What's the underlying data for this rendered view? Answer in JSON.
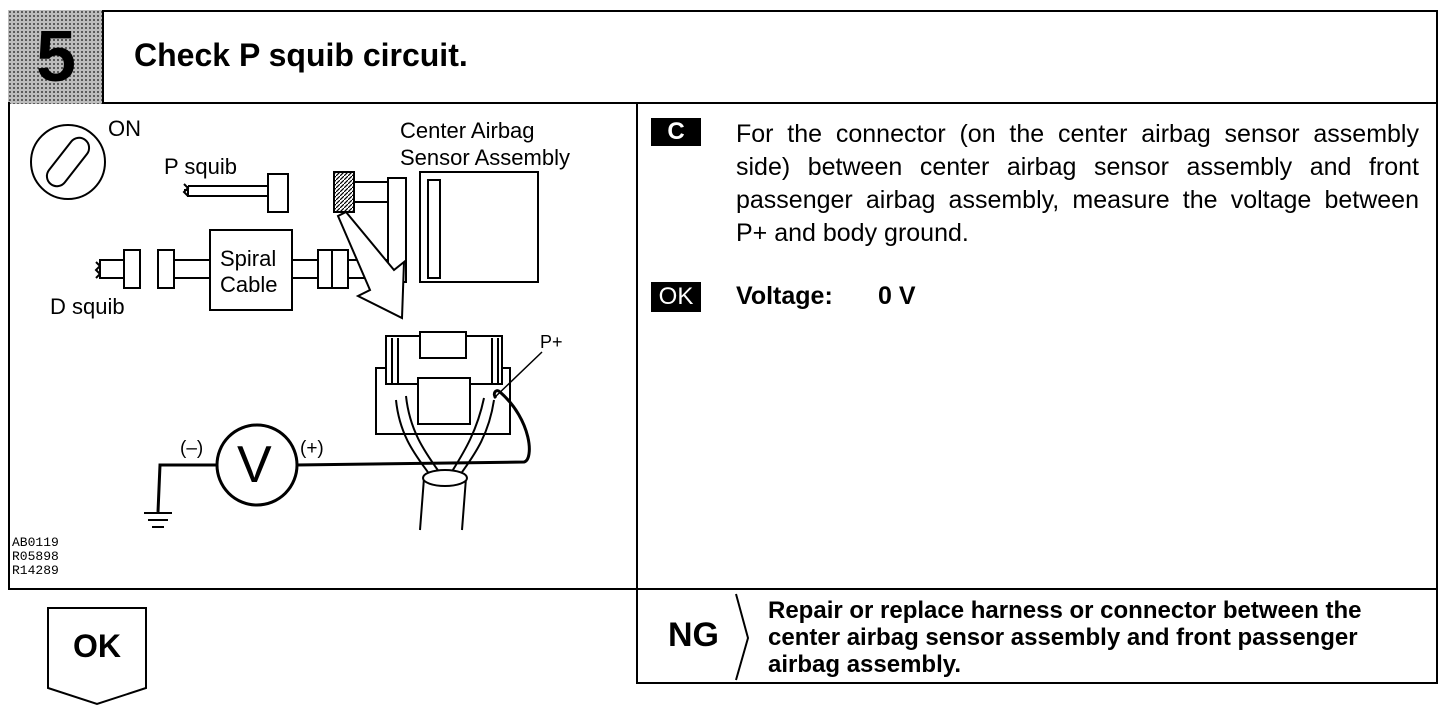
{
  "header": {
    "step_number": "5",
    "title": "Check P squib circuit."
  },
  "diagram": {
    "ignition_state": "ON",
    "p_squib_label": "P squib",
    "d_squib_label": "D squib",
    "center_sensor_label_line1": "Center Airbag",
    "center_sensor_label_line2": "Sensor Assembly",
    "spiral_cable_line1": "Spiral",
    "spiral_cable_line2": "Cable",
    "terminal_label": "P+",
    "voltmeter_symbol": "V",
    "negative_lead": "(–)",
    "positive_lead": "(+)",
    "ground_icon": "ground-icon",
    "figure_codes": [
      "AB0119",
      "R05898",
      "R14289"
    ]
  },
  "procedure": {
    "c_badge": "C",
    "instruction": "For the connector (on the center airbag sensor assembly side) between center airbag sensor assembly and front passenger airbag assembly, measure the voltage between P+ and body ground.",
    "ok_badge": "OK",
    "spec_label": "Voltage:",
    "spec_value": "0 V"
  },
  "result": {
    "ng_label": "NG",
    "ng_action": "Repair or replace harness or connector between the center airbag sensor assembly and front passenger airbag assembly.",
    "ok_label": "OK"
  }
}
